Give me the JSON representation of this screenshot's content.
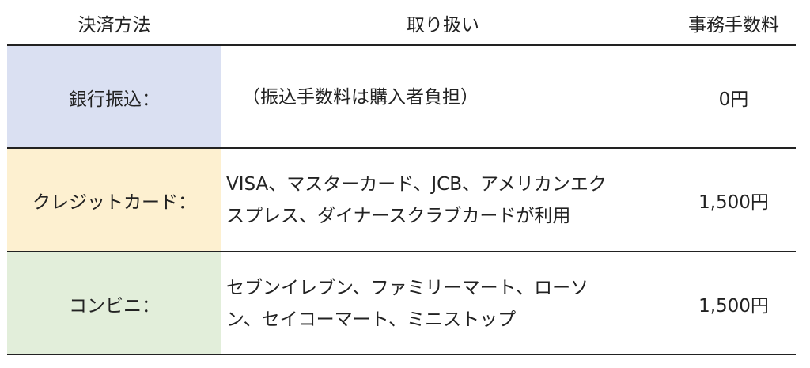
{
  "header": {
    "method": "決済方法",
    "handling": "取り扱い",
    "fee": "事務手数料"
  },
  "rows": [
    {
      "method": "銀行振込：",
      "handling": [
        "（振込手数料は購入者負担）"
      ],
      "fee": "0円",
      "color": "#dae0f2"
    },
    {
      "method": "クレジットカード：",
      "handling": [
        "VISA、マスターカード、JCB、アメリカンエク",
        "スプレス、ダイナースクラブカードが利用"
      ],
      "fee": "1,500円",
      "color": "#fdf0d0"
    },
    {
      "method": "コンビニ：",
      "handling": [
        "セブンイレブン、ファミリーマート、ローソ",
        "ン、セイコーマート、ミニストップ"
      ],
      "fee": "1,500円",
      "color": "#e2eeda"
    }
  ]
}
